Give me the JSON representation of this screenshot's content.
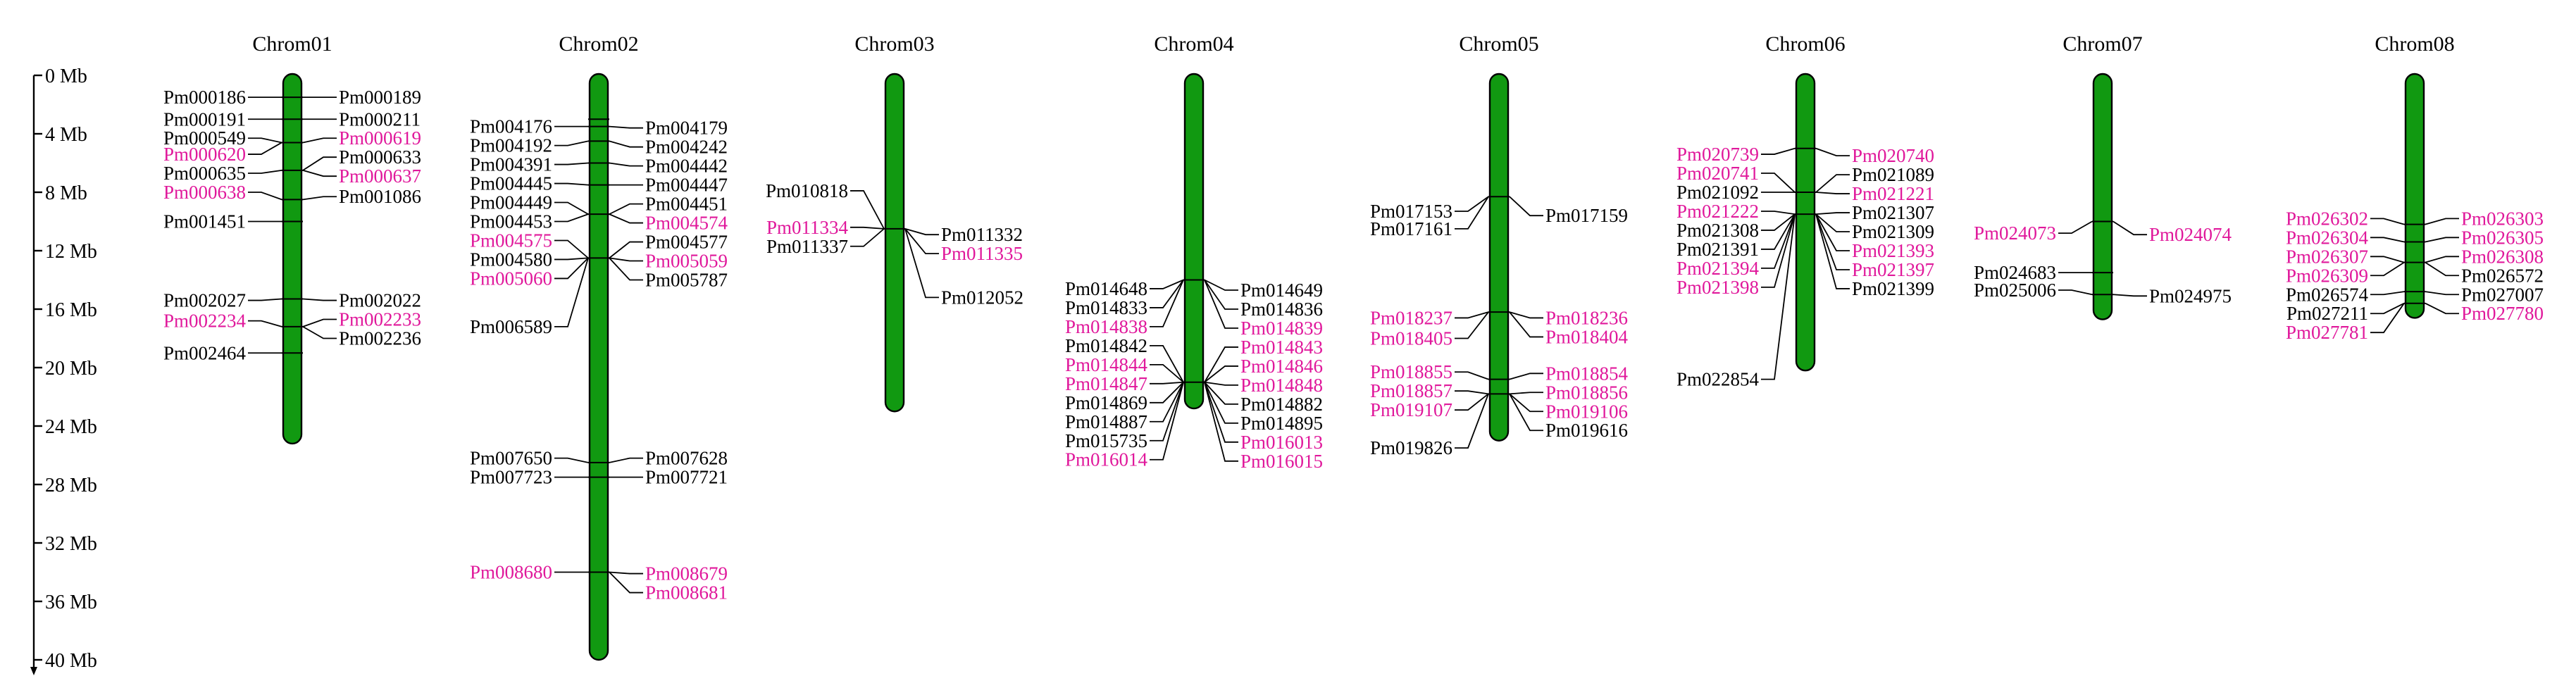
{
  "axis": {
    "unit": "Mb",
    "ticks": [
      "0 Mb",
      "4 Mb",
      "8 Mb",
      "12 Mb",
      "16 Mb",
      "20 Mb",
      "24 Mb",
      "28 Mb",
      "32 Mb",
      "36 Mb",
      "40 Mb"
    ]
  },
  "colors": {
    "chromosome_fill": "#119911",
    "text_default": "#000000",
    "text_highlight": "#e0189b"
  },
  "chromosomes": [
    {
      "name": "Chrom01",
      "length_mb": 25.2,
      "markers": [
        1.5,
        3.0,
        4.6,
        6.5,
        8.5,
        10.0,
        15.3,
        17.2,
        19.0
      ],
      "left": [
        {
          "label": "Pm000186",
          "mb": 1.5,
          "hl": false
        },
        {
          "label": "Pm000191",
          "mb": 3.0,
          "hl": false
        },
        {
          "label": "Pm000549",
          "mb": 4.3,
          "hl": false
        },
        {
          "label": "Pm000620",
          "mb": 5.4,
          "hl": true
        },
        {
          "label": "Pm000635",
          "mb": 6.7,
          "hl": false
        },
        {
          "label": "Pm000638",
          "mb": 8.0,
          "hl": true
        },
        {
          "label": "Pm001451",
          "mb": 10.0,
          "hl": false
        },
        {
          "label": "Pm002027",
          "mb": 15.4,
          "hl": false
        },
        {
          "label": "Pm002234",
          "mb": 16.8,
          "hl": true
        },
        {
          "label": "Pm002464",
          "mb": 19.0,
          "hl": false
        }
      ],
      "right": [
        {
          "label": "Pm000189",
          "mb": 1.5,
          "hl": false
        },
        {
          "label": "Pm000211",
          "mb": 3.0,
          "hl": false
        },
        {
          "label": "Pm000619",
          "mb": 4.3,
          "hl": true
        },
        {
          "label": "Pm000633",
          "mb": 5.6,
          "hl": false
        },
        {
          "label": "Pm000637",
          "mb": 6.9,
          "hl": true
        },
        {
          "label": "Pm001086",
          "mb": 8.3,
          "hl": false
        },
        {
          "label": "Pm002022",
          "mb": 15.4,
          "hl": false
        },
        {
          "label": "Pm002233",
          "mb": 16.7,
          "hl": true
        },
        {
          "label": "Pm002236",
          "mb": 18.0,
          "hl": false
        }
      ]
    },
    {
      "name": "Chrom02",
      "length_mb": 40.0,
      "markers": [
        3.0,
        3.5,
        4.5,
        6.0,
        7.5,
        9.5,
        12.5,
        26.5,
        27.5,
        34.0
      ],
      "left": [
        {
          "label": "Pm004176",
          "mb": 3.5,
          "hl": false
        },
        {
          "label": "Pm004192",
          "mb": 4.8,
          "hl": false
        },
        {
          "label": "Pm004391",
          "mb": 6.1,
          "hl": false
        },
        {
          "label": "Pm004445",
          "mb": 7.4,
          "hl": false
        },
        {
          "label": "Pm004449",
          "mb": 8.7,
          "hl": false
        },
        {
          "label": "Pm004453",
          "mb": 10.0,
          "hl": false
        },
        {
          "label": "Pm004575",
          "mb": 11.3,
          "hl": true
        },
        {
          "label": "Pm004580",
          "mb": 12.6,
          "hl": false
        },
        {
          "label": "Pm005060",
          "mb": 13.9,
          "hl": true
        },
        {
          "label": "Pm006589",
          "mb": 17.2,
          "hl": false
        },
        {
          "label": "Pm007650",
          "mb": 26.2,
          "hl": false
        },
        {
          "label": "Pm007723",
          "mb": 27.5,
          "hl": false
        },
        {
          "label": "Pm008680",
          "mb": 34.0,
          "hl": true
        }
      ],
      "right": [
        {
          "label": "Pm004179",
          "mb": 3.6,
          "hl": false
        },
        {
          "label": "Pm004242",
          "mb": 4.9,
          "hl": false
        },
        {
          "label": "Pm004442",
          "mb": 6.2,
          "hl": false
        },
        {
          "label": "Pm004447",
          "mb": 7.5,
          "hl": false
        },
        {
          "label": "Pm004451",
          "mb": 8.8,
          "hl": false
        },
        {
          "label": "Pm004574",
          "mb": 10.1,
          "hl": true
        },
        {
          "label": "Pm004577",
          "mb": 11.4,
          "hl": false
        },
        {
          "label": "Pm005059",
          "mb": 12.7,
          "hl": true
        },
        {
          "label": "Pm005787",
          "mb": 14.0,
          "hl": false
        },
        {
          "label": "Pm007628",
          "mb": 26.2,
          "hl": false
        },
        {
          "label": "Pm007721",
          "mb": 27.5,
          "hl": false
        },
        {
          "label": "Pm008679",
          "mb": 34.1,
          "hl": true
        },
        {
          "label": "Pm008681",
          "mb": 35.4,
          "hl": true
        }
      ]
    },
    {
      "name": "Chrom03",
      "length_mb": 23.0,
      "markers": [
        10.5
      ],
      "left": [
        {
          "label": "Pm010818",
          "mb": 7.9,
          "hl": false
        },
        {
          "label": "Pm011334",
          "mb": 10.4,
          "hl": true
        },
        {
          "label": "Pm011337",
          "mb": 11.7,
          "hl": false
        }
      ],
      "right": [
        {
          "label": "Pm011332",
          "mb": 10.9,
          "hl": false
        },
        {
          "label": "Pm011335",
          "mb": 12.2,
          "hl": true
        },
        {
          "label": "Pm012052",
          "mb": 15.2,
          "hl": false
        }
      ]
    },
    {
      "name": "Chrom04",
      "length_mb": 22.8,
      "markers": [
        14.0,
        21.0
      ],
      "left": [
        {
          "label": "Pm014648",
          "mb": 14.6,
          "hl": false
        },
        {
          "label": "Pm014833",
          "mb": 15.9,
          "hl": false
        },
        {
          "label": "Pm014838",
          "mb": 17.2,
          "hl": true
        },
        {
          "label": "Pm014842",
          "mb": 18.5,
          "hl": false
        },
        {
          "label": "Pm014844",
          "mb": 19.8,
          "hl": true
        },
        {
          "label": "Pm014847",
          "mb": 21.1,
          "hl": true
        },
        {
          "label": "Pm014869",
          "mb": 22.4,
          "hl": false
        },
        {
          "label": "Pm014887",
          "mb": 23.7,
          "hl": false
        },
        {
          "label": "Pm015735",
          "mb": 25.0,
          "hl": false
        },
        {
          "label": "Pm016014",
          "mb": 26.3,
          "hl": true
        }
      ],
      "right": [
        {
          "label": "Pm014649",
          "mb": 14.7,
          "hl": false
        },
        {
          "label": "Pm014836",
          "mb": 16.0,
          "hl": false
        },
        {
          "label": "Pm014839",
          "mb": 17.3,
          "hl": true
        },
        {
          "label": "Pm014843",
          "mb": 18.6,
          "hl": true
        },
        {
          "label": "Pm014846",
          "mb": 19.9,
          "hl": true
        },
        {
          "label": "Pm014848",
          "mb": 21.2,
          "hl": true
        },
        {
          "label": "Pm014882",
          "mb": 22.5,
          "hl": false
        },
        {
          "label": "Pm014895",
          "mb": 23.8,
          "hl": false
        },
        {
          "label": "Pm016013",
          "mb": 25.1,
          "hl": true
        },
        {
          "label": "Pm016015",
          "mb": 26.4,
          "hl": true
        }
      ]
    },
    {
      "name": "Chrom05",
      "length_mb": 25.0,
      "markers": [
        8.3,
        16.2,
        20.8,
        21.8
      ],
      "left": [
        {
          "label": "Pm017153",
          "mb": 9.3,
          "hl": false
        },
        {
          "label": "Pm017161",
          "mb": 10.5,
          "hl": false
        },
        {
          "label": "Pm018237",
          "mb": 16.6,
          "hl": true
        },
        {
          "label": "Pm018405",
          "mb": 18.0,
          "hl": true
        },
        {
          "label": "Pm018855",
          "mb": 20.3,
          "hl": true
        },
        {
          "label": "Pm018857",
          "mb": 21.6,
          "hl": true
        },
        {
          "label": "Pm019107",
          "mb": 22.9,
          "hl": true
        },
        {
          "label": "Pm019826",
          "mb": 25.5,
          "hl": false
        }
      ],
      "right": [
        {
          "label": "Pm017159",
          "mb": 9.6,
          "hl": false
        },
        {
          "label": "Pm018236",
          "mb": 16.6,
          "hl": true
        },
        {
          "label": "Pm018404",
          "mb": 17.9,
          "hl": true
        },
        {
          "label": "Pm018854",
          "mb": 20.4,
          "hl": true
        },
        {
          "label": "Pm018856",
          "mb": 21.7,
          "hl": true
        },
        {
          "label": "Pm019106",
          "mb": 23.0,
          "hl": true
        },
        {
          "label": "Pm019616",
          "mb": 24.3,
          "hl": false
        }
      ]
    },
    {
      "name": "Chrom06",
      "length_mb": 20.2,
      "markers": [
        5.0,
        8.0,
        9.5
      ],
      "left": [
        {
          "label": "Pm020739",
          "mb": 5.4,
          "hl": true
        },
        {
          "label": "Pm020741",
          "mb": 6.7,
          "hl": true
        },
        {
          "label": "Pm021092",
          "mb": 8.0,
          "hl": false
        },
        {
          "label": "Pm021222",
          "mb": 9.3,
          "hl": true
        },
        {
          "label": "Pm021308",
          "mb": 10.6,
          "hl": false
        },
        {
          "label": "Pm021391",
          "mb": 11.9,
          "hl": false
        },
        {
          "label": "Pm021394",
          "mb": 13.2,
          "hl": true
        },
        {
          "label": "Pm021398",
          "mb": 14.5,
          "hl": true
        },
        {
          "label": "Pm022854",
          "mb": 20.8,
          "hl": false
        }
      ],
      "right": [
        {
          "label": "Pm020740",
          "mb": 5.5,
          "hl": true
        },
        {
          "label": "Pm021089",
          "mb": 6.8,
          "hl": false
        },
        {
          "label": "Pm021221",
          "mb": 8.1,
          "hl": true
        },
        {
          "label": "Pm021307",
          "mb": 9.4,
          "hl": false
        },
        {
          "label": "Pm021309",
          "mb": 10.7,
          "hl": false
        },
        {
          "label": "Pm021393",
          "mb": 12.0,
          "hl": true
        },
        {
          "label": "Pm021397",
          "mb": 13.3,
          "hl": true
        },
        {
          "label": "Pm021399",
          "mb": 14.6,
          "hl": false
        }
      ]
    },
    {
      "name": "Chrom07",
      "length_mb": 16.7,
      "markers": [
        10.0,
        13.5,
        15.0
      ],
      "left": [
        {
          "label": "Pm024073",
          "mb": 10.8,
          "hl": true
        },
        {
          "label": "Pm024683",
          "mb": 13.5,
          "hl": false
        },
        {
          "label": "Pm025006",
          "mb": 14.7,
          "hl": false
        }
      ],
      "right": [
        {
          "label": "Pm024074",
          "mb": 10.9,
          "hl": true
        },
        {
          "label": "Pm024975",
          "mb": 15.1,
          "hl": false
        }
      ]
    },
    {
      "name": "Chrom08",
      "length_mb": 16.6,
      "markers": [
        10.2,
        11.4,
        12.8,
        14.8,
        15.6
      ],
      "left": [
        {
          "label": "Pm026302",
          "mb": 9.8,
          "hl": true
        },
        {
          "label": "Pm026304",
          "mb": 11.1,
          "hl": true
        },
        {
          "label": "Pm026307",
          "mb": 12.4,
          "hl": true
        },
        {
          "label": "Pm026309",
          "mb": 13.7,
          "hl": true
        },
        {
          "label": "Pm026574",
          "mb": 15.0,
          "hl": false
        },
        {
          "label": "Pm027211",
          "mb": 16.3,
          "hl": false
        },
        {
          "label": "Pm027781",
          "mb": 17.6,
          "hl": true
        }
      ],
      "right": [
        {
          "label": "Pm026303",
          "mb": 9.8,
          "hl": true
        },
        {
          "label": "Pm026305",
          "mb": 11.1,
          "hl": true
        },
        {
          "label": "Pm026308",
          "mb": 12.4,
          "hl": true
        },
        {
          "label": "Pm026572",
          "mb": 13.7,
          "hl": false
        },
        {
          "label": "Pm027007",
          "mb": 15.0,
          "hl": false
        },
        {
          "label": "Pm027780",
          "mb": 16.3,
          "hl": true
        }
      ]
    }
  ]
}
